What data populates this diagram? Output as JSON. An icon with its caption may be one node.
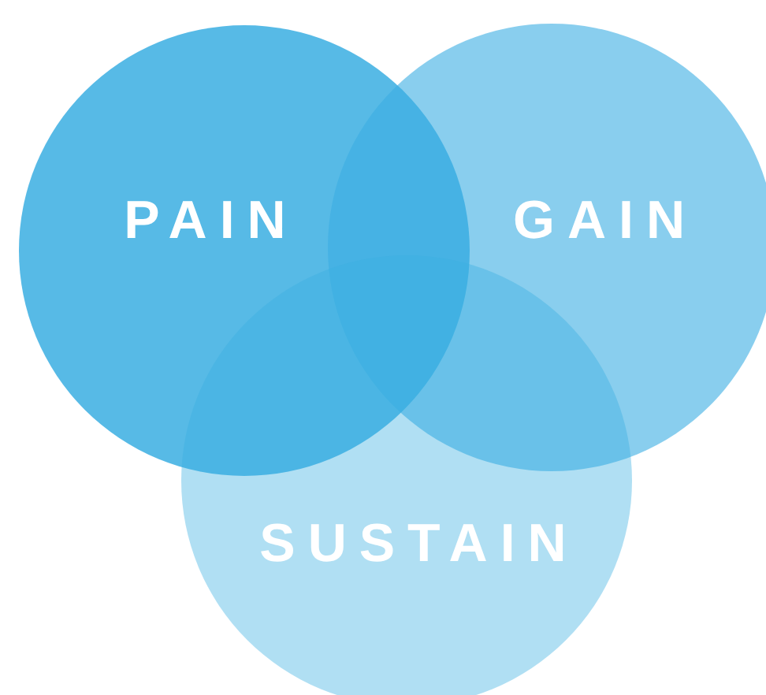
{
  "diagram": {
    "nodes": [
      {
        "text": [
          "PAIN"
        ]
      },
      {
        "text": [
          "GAIN"
        ]
      },
      {
        "text": [
          "SUSTAIN"
        ]
      }
    ]
  }
}
